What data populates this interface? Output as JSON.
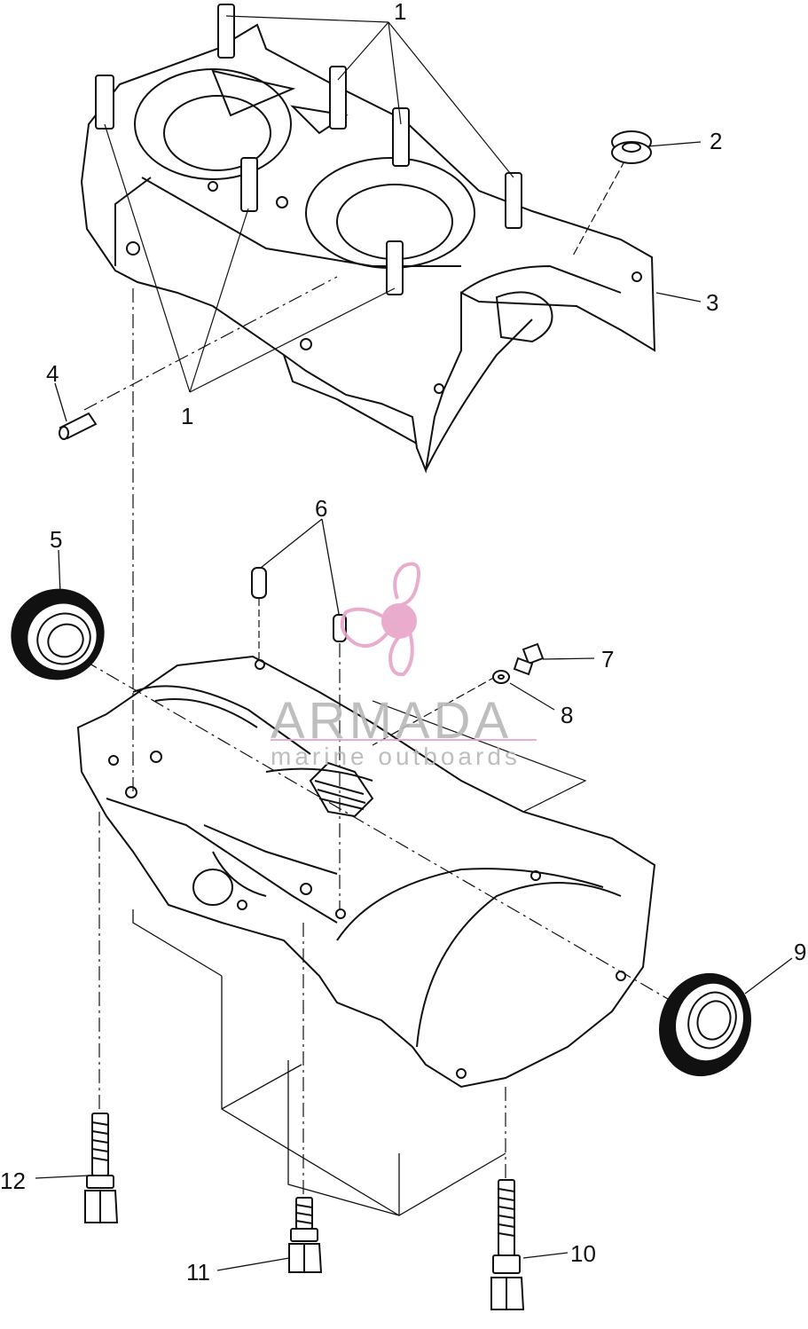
{
  "diagram": {
    "callouts": {
      "c1_top": "1",
      "c1_bottom": "1",
      "c2": "2",
      "c3": "3",
      "c4": "4",
      "c5": "5",
      "c6": "6",
      "c7": "7",
      "c8": "8",
      "c9": "9",
      "c10": "10",
      "c11": "11",
      "c12": "12"
    }
  },
  "watermark": {
    "title": "ARMADA",
    "subtitle": "marine outboards",
    "colors": {
      "pink": "#e8a4c8",
      "grey": "#b7b7b7"
    }
  },
  "colors": {
    "ink": "#111111",
    "paper": "#ffffff"
  }
}
